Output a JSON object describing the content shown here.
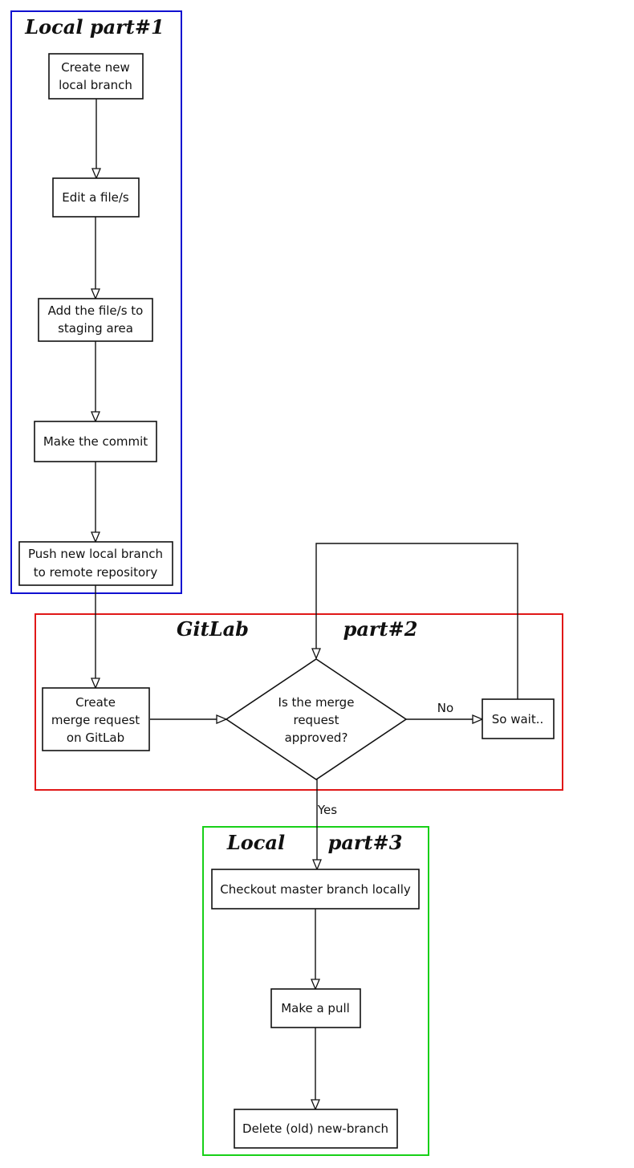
{
  "groups": {
    "local1": {
      "title": "Local part#1",
      "color": "#1010d0"
    },
    "gitlab": {
      "title_a": "GitLab",
      "title_b": "part#2",
      "color": "#e01818"
    },
    "local3": {
      "title_a": "Local",
      "title_b": "part#3",
      "color": "#18d018"
    }
  },
  "nodes": {
    "create_branch": {
      "line1": "Create new",
      "line2": "local branch"
    },
    "edit_files": {
      "line1": "Edit a file/s"
    },
    "add_staging": {
      "line1": "Add the file/s to",
      "line2": "staging area"
    },
    "make_commit": {
      "line1": "Make the commit"
    },
    "push_branch": {
      "line1": "Push new local branch",
      "line2": "to remote repository"
    },
    "create_mr": {
      "line1": "Create",
      "line2": "merge request",
      "line3": "on GitLab"
    },
    "mr_approved": {
      "line1": "Is the merge",
      "line2": "request",
      "line3": "approved?"
    },
    "so_wait": {
      "line1": "So wait.."
    },
    "checkout_master": {
      "line1": "Checkout master branch locally"
    },
    "make_pull": {
      "line1": "Make a pull"
    },
    "delete_branch": {
      "line1": "Delete (old) new-branch"
    }
  },
  "edges": {
    "no_label": "No",
    "yes_label": "Yes"
  }
}
